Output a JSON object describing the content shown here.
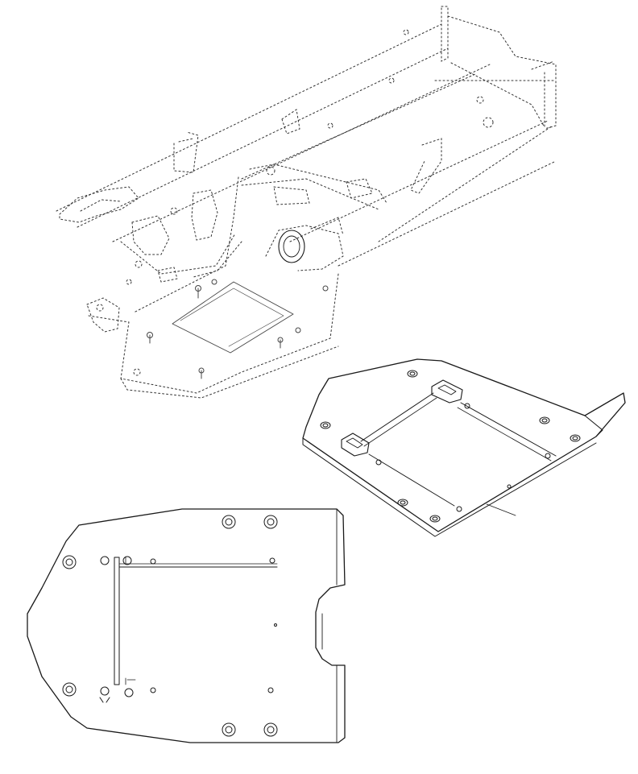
{
  "figure": {
    "views": [
      {
        "id": "chassis-frame",
        "kind": "isometric-assembly"
      },
      {
        "id": "skid-plate-isometric",
        "kind": "isometric-part"
      },
      {
        "id": "skid-plate-top",
        "kind": "top-view-part"
      }
    ],
    "line_color": "#1a1a1a",
    "background": "#ffffff"
  }
}
